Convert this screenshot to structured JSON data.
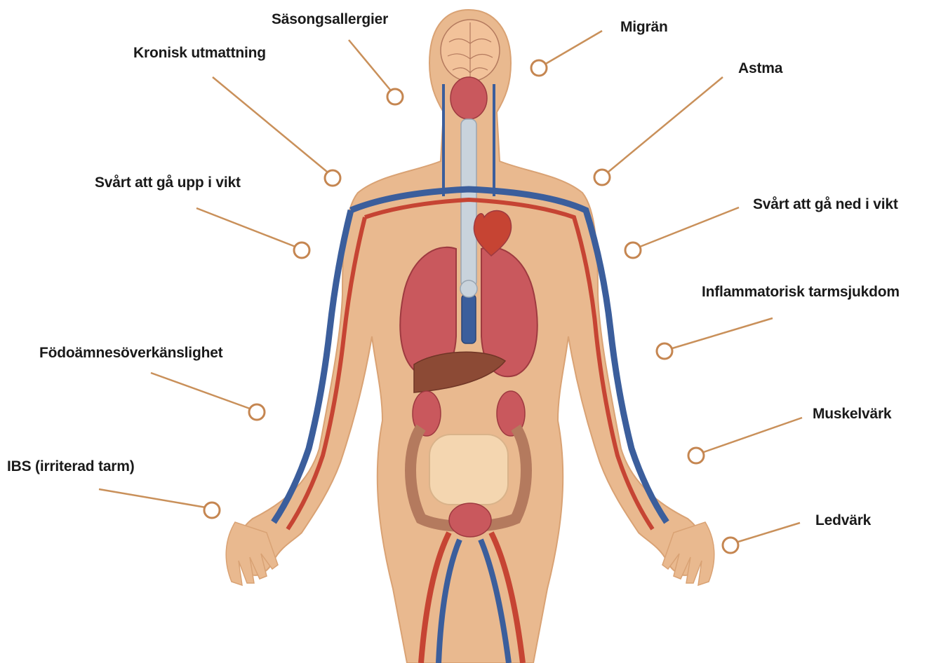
{
  "colors": {
    "skin": "#e9b98f",
    "skin_outline": "#d9a274",
    "callout_line": "#c9905a",
    "callout_ring": "#c58651",
    "artery": "#c64433",
    "vein": "#3b5e9c",
    "organ": "#c9585d",
    "organ_dark": "#9e3a40",
    "brain": "#f2c29a",
    "trachea": "#c9d3dc",
    "intestine": "#f4d6b0",
    "colon": "#b47a5e",
    "label_text": "#1a1a1a"
  },
  "labels": {
    "seasonal_allergies": "Säsongsallergier",
    "migraine": "Migrän",
    "chronic_fatigue": "Kronisk utmattning",
    "asthma": "Astma",
    "hard_gain_weight": "Svårt att gå upp i vikt",
    "hard_lose_weight": "Svårt att gå ned i vikt",
    "ibd": "Inflammatorisk tarmsjukdom",
    "food_sensitivity": "Födoämnesöverkänslighet",
    "muscle_pain": "Muskelvärk",
    "ibs": "IBS (irriterad tarm)",
    "joint_pain": "Ledvärk"
  }
}
